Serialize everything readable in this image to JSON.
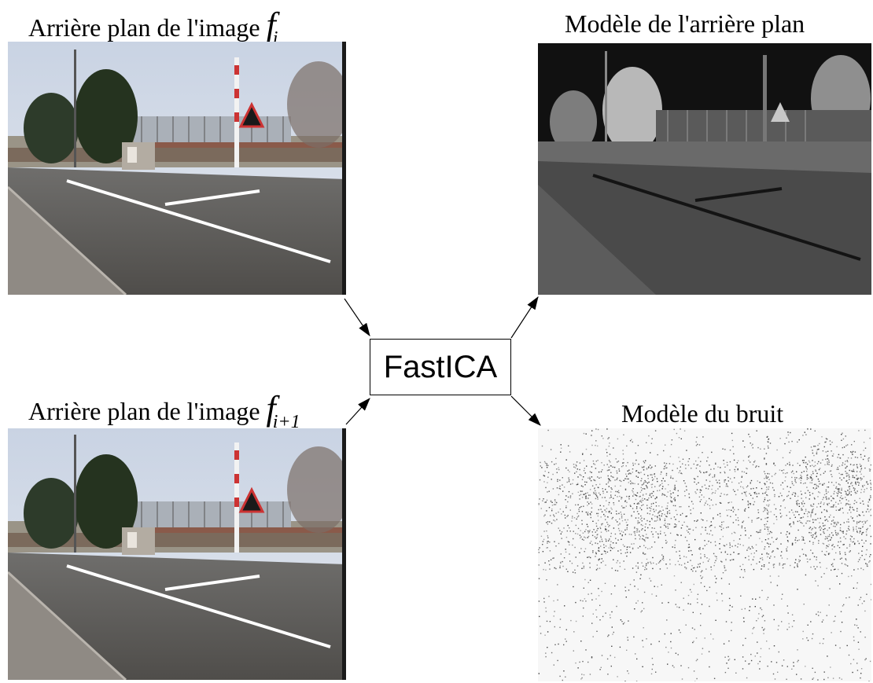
{
  "inputs": [
    {
      "label": "Arrière plan de l'image",
      "var": "f",
      "sub": "i"
    },
    {
      "label": "Arrière plan de l'image",
      "var": "f",
      "sub": "i+1"
    }
  ],
  "process": {
    "label": "FastICA"
  },
  "outputs": [
    {
      "label": "Modèle de l'arrière plan"
    },
    {
      "label": "Modèle du bruit"
    }
  ]
}
